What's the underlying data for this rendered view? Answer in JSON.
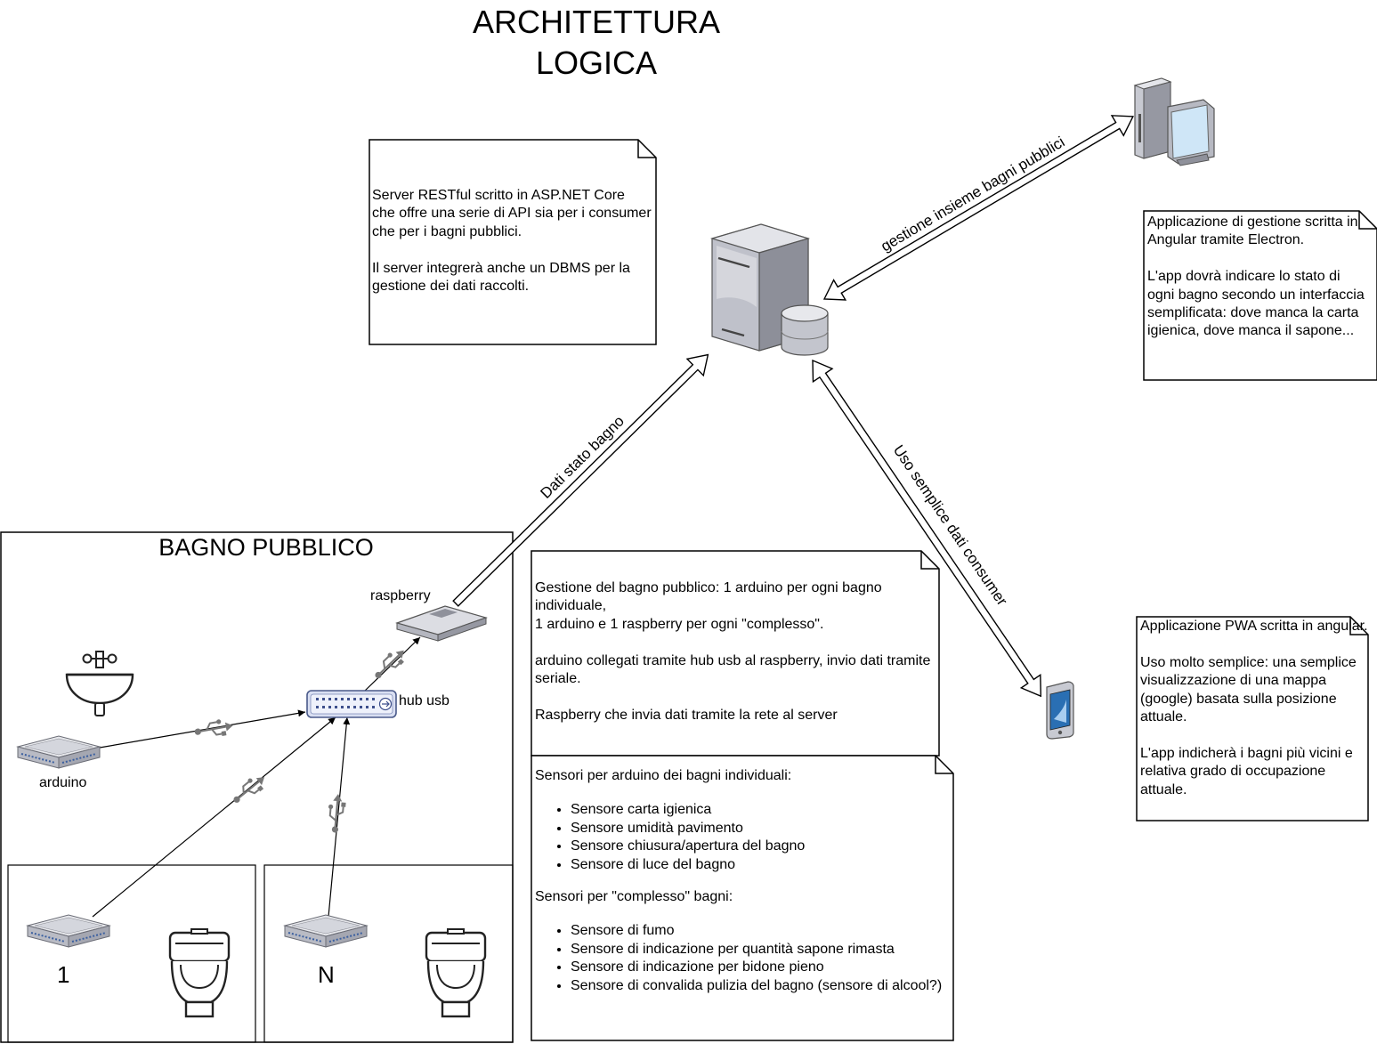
{
  "title": {
    "line1": "ARCHITETTURA",
    "line2": "LOGICA"
  },
  "notes": {
    "server": "Server RESTful scritto in ASP.NET Core che offre una serie di API sia per i consumer che per i bagni pubblici.\n\nIl server integrerà anche un DBMS per la gestione dei dati raccolti.",
    "management_app": "Applicazione di gestione scritta in Angular tramite Electron.\n\nL'app dovrà indicare lo stato di ogni bagno secondo un interfaccia semplificata: dove manca la carta igienica, dove manca il sapone...",
    "pwa_app": "Applicazione PWA scritta in angular.\n\nUso molto semplice: una semplice visualizzazione di una mappa (google) basata sulla posizione attuale.\n\nL'app indicherà i bagni più vicini e relativa grado di occupazione attuale.",
    "bathroom_management": "Gestione del bagno pubblico: 1 arduino per ogni bagno individuale,\n1 arduino e 1 raspberry per ogni \"complesso\".\n\narduino collegati tramite hub usb al raspberry, invio dati tramite seriale.\n\nRaspberry che invia dati tramite la rete al server",
    "sensors": {
      "individual_heading": "Sensori per arduino dei bagni individuali:",
      "individual_items": [
        "Sensore carta igienica",
        "Sensore umidità pavimento",
        "Sensore chiusura/apertura del bagno",
        "Sensore di luce del bagno"
      ],
      "complex_heading": "Sensori per \"complesso\" bagni:",
      "complex_items": [
        "Sensore di fumo",
        "Sensore di indicazione per quantità sapone rimasta",
        "Sensore di indicazione per bidone pieno",
        "Sensore di convalida pulizia del bagno (sensore di alcool?)"
      ]
    }
  },
  "edge_labels": {
    "management": "gestione insieme bagni pubblici",
    "bathroom_status": "Dati stato bagno",
    "consumer": "Uso semplice dati consumer"
  },
  "bathroom": {
    "title": "BAGNO PUBBLICO",
    "raspberry": "raspberry",
    "hub": "hub usb",
    "arduino": "arduino",
    "stall_first": "1",
    "stall_last": "N"
  },
  "icons": {
    "server": "server-database-icon",
    "workstation": "desktop-computer-icon",
    "mobile": "smartphone-icon",
    "raspberry": "rack-device-icon",
    "hub": "usb-hub-icon",
    "arduino": "board-device-icon",
    "sink": "sink-icon",
    "toilet": "toilet-icon",
    "usb": "usb-icon"
  },
  "colors": {
    "stroke": "#000000",
    "device_grey": "#c9cbd3",
    "device_dark": "#7a7c86",
    "screen_blue": "#cfe6f7",
    "phone_blue": "#2a6fb3"
  }
}
